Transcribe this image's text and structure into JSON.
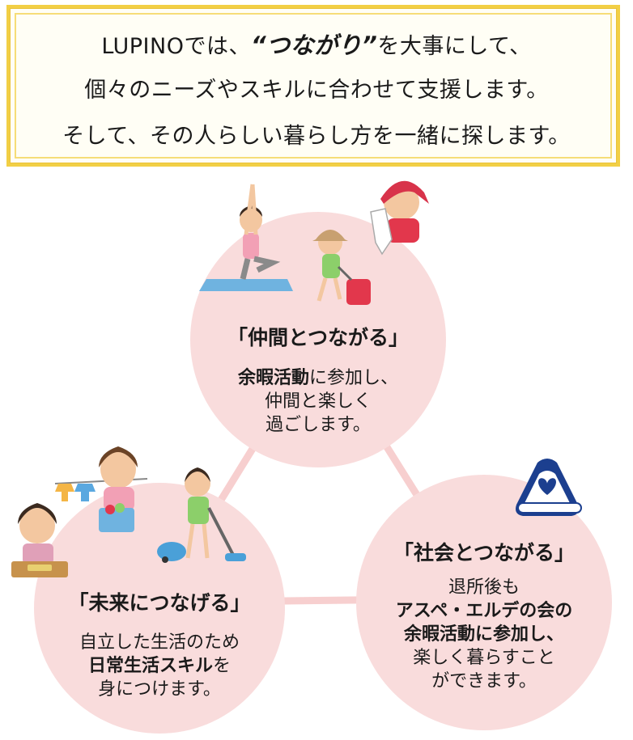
{
  "header": {
    "line1_prefix": "LUPINOでは、",
    "line1_emphasis": "“つながり”",
    "line1_suffix": "を大事にして、",
    "line2": "個々のニーズやスキルに合わせて支援します。",
    "line3": "そして、その人らしい暮らし方を一緒に探します。"
  },
  "circles": {
    "top": {
      "title": "「仲間とつながる」",
      "line1_bold": "余暇活動",
      "line1_rest": "に参加し、",
      "line2": "仲間と楽しく",
      "line3": "過ごします。"
    },
    "right": {
      "title": "「社会とつながる」",
      "line1": "退所後も",
      "line2_bold": "アスペ・エルデの会の",
      "line3_bold": "余暇活動に参加し、",
      "line4": "楽しく暮らすこと",
      "line5": "ができます。"
    },
    "left": {
      "title": "「未来につなげる」",
      "line1": "自立した生活のため",
      "line2_bold": "日常生活スキル",
      "line2_rest": "を",
      "line3": "身につけます。"
    }
  },
  "colors": {
    "circle_fill": "#f9dcdc",
    "connector": "#f7cfcf",
    "header_border": "#f2cf45",
    "logo_blue": "#1c3f8f"
  }
}
